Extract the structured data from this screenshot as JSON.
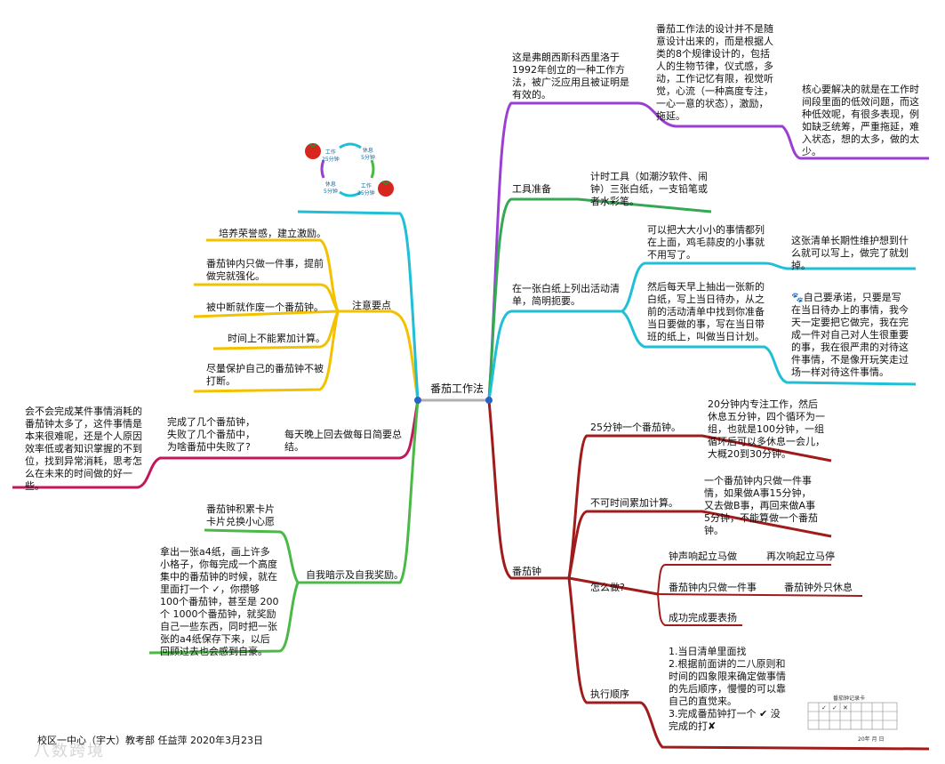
{
  "colors": {
    "purple": "#9b3fd4",
    "green": "#34a853",
    "cyan": "#1fbfd6",
    "darkred": "#a01c1c",
    "yellow": "#f2c200",
    "magenta": "#c2185b",
    "lime": "#4cb848",
    "center_line": "#b0b0b0",
    "dot": "#2a62c9"
  },
  "center": {
    "label": "番茄工作法"
  },
  "purple_branch": {
    "intro": "这是弗朗西斯科西里洛于\n1992年创立的一种工作方\n法，被广泛应用且被证明是\n有效的。",
    "design": "番茄工作法的设计并不是随\n意设计出来的，而是根据人\n类的8个规律设计的，包括\n人的生物节律，仪式感，多\n动，工作记忆有限，视觉听\n觉，心流（一种高度专注，\n一心一意的状态），激励，\n拖延。",
    "core": "核心要解决的就是在工作时\n间段里面的低效问题，而这\n种低效呢，有很多表现，例\n如缺乏统筹，严重拖延，难\n入状态，想的太多，做的太\n少。"
  },
  "tools_branch": {
    "label": "工具准备",
    "detail": "计时工具（如潮汐软件、闹\n钟）三张白纸，一支铅笔或\n者水彩笔。"
  },
  "list_branch": {
    "label": "在一张白纸上列出活动清\n单，简明扼要。",
    "a": "可以把大大小小的事情都列\n在上面，鸡毛蒜皮的小事就\n不用写了。",
    "a1": "这张清单长期性维护想到什\n么就可以写上，做完了就划\n掉。",
    "b": "然后每天早上抽出一张新的\n白纸，写上当日待办，从之\n前的活动清单中找到你准备\n当日要做的事，写在当日带\n班的纸上，叫做当日计划。",
    "b1": "🐾自己要承诺，只要是写\n在当日待办上的事情，我今\n天一定要把它做完，我在完\n成一件对自己对人生很重要\n的事，我在很严肃的对待这\n件事情，不是像开玩笑走过\n场一样对待这件事情。"
  },
  "tomato_branch": {
    "label": "番茄钟",
    "r1_label": "25分钟一个番茄钟。",
    "r1_detail": "20分钟内专注工作，然后\n休息五分钟，四个循环为一\n组，也就是100分钟，一组\n循环后可以多休息一会儿，\n大概20到30分钟。",
    "r2_label": "不可时间累加计算。",
    "r2_detail": "一个番茄钟内只做一件事\n情，如果做A事15分钟，\n又去做B事，再回来做A事\n5分钟，不能算做一个番茄\n钟。",
    "how_label": "怎么做?",
    "how1": "钟声响起立马做",
    "how1b": "再次响起立马停",
    "how2": "番茄钟内只做一件事",
    "how2b": "番茄钟外只休息",
    "how3": "成功完成要表扬",
    "order_label": "执行顺序",
    "order_detail": "1.当日清单里面找\n2.根据前面讲的二八原则和\n时间的四象限来确定做事情\n的先后顺序，慢慢的可以靠\n自己的直觉来。\n3.完成番茄钟打一个 ✔ 没\n完成的打✘",
    "card_title": "番茄钟记录卡",
    "card_date": "20年 月 日",
    "card_marks": [
      "✓",
      "✓",
      "✕"
    ]
  },
  "notes_branch": {
    "label": "注意要点",
    "items": [
      "培养荣誉感，建立激励。",
      "番茄钟内只做一件事，提前\n做完就强化。",
      "被中断就作废一个番茄钟。",
      "时间上不能累加计算。",
      "尽量保护自己的番茄钟不被\n打断。"
    ]
  },
  "cycle": {
    "work1": "工作\n25分钟",
    "rest1": "休息\n5分钟",
    "rest2": "休息\n5分钟",
    "work2": "工作\n25分钟"
  },
  "review_branch": {
    "label": "每天晚上回去做每日简要总\n结。",
    "q": "完成了几个番茄钟，\n失败了几个番茄中，\n为啥番茄中失败了?",
    "a": "会不会完成某件事情消耗的\n番茄钟太多了，这件事情是\n本来很难呢，还是个人原因\n效率低或者知识掌握的不到\n位，找到异常消耗，思考怎\n么在未来的时间做的好一\n些。"
  },
  "reward_branch": {
    "label": "自我暗示及自我奖励。",
    "cards": "番茄钟积累卡片\n卡片兑换小心愿",
    "paper": "拿出一张a4纸，画上许多\n小格子，你每完成一个高度\n集中的番茄钟的时候，就在\n里面打一个 ✓，你攒够\n100个番茄钟，甚至是 200\n个 1000个番茄钟，就奖励\n自己一些东西，同时把一张\n张的a4纸保存下来，以后\n回顾过去也会感到自豪。"
  },
  "footer": "校区一中心（宇大）教考部 任益萍 2020年3月23日",
  "watermark": "八数跨境"
}
